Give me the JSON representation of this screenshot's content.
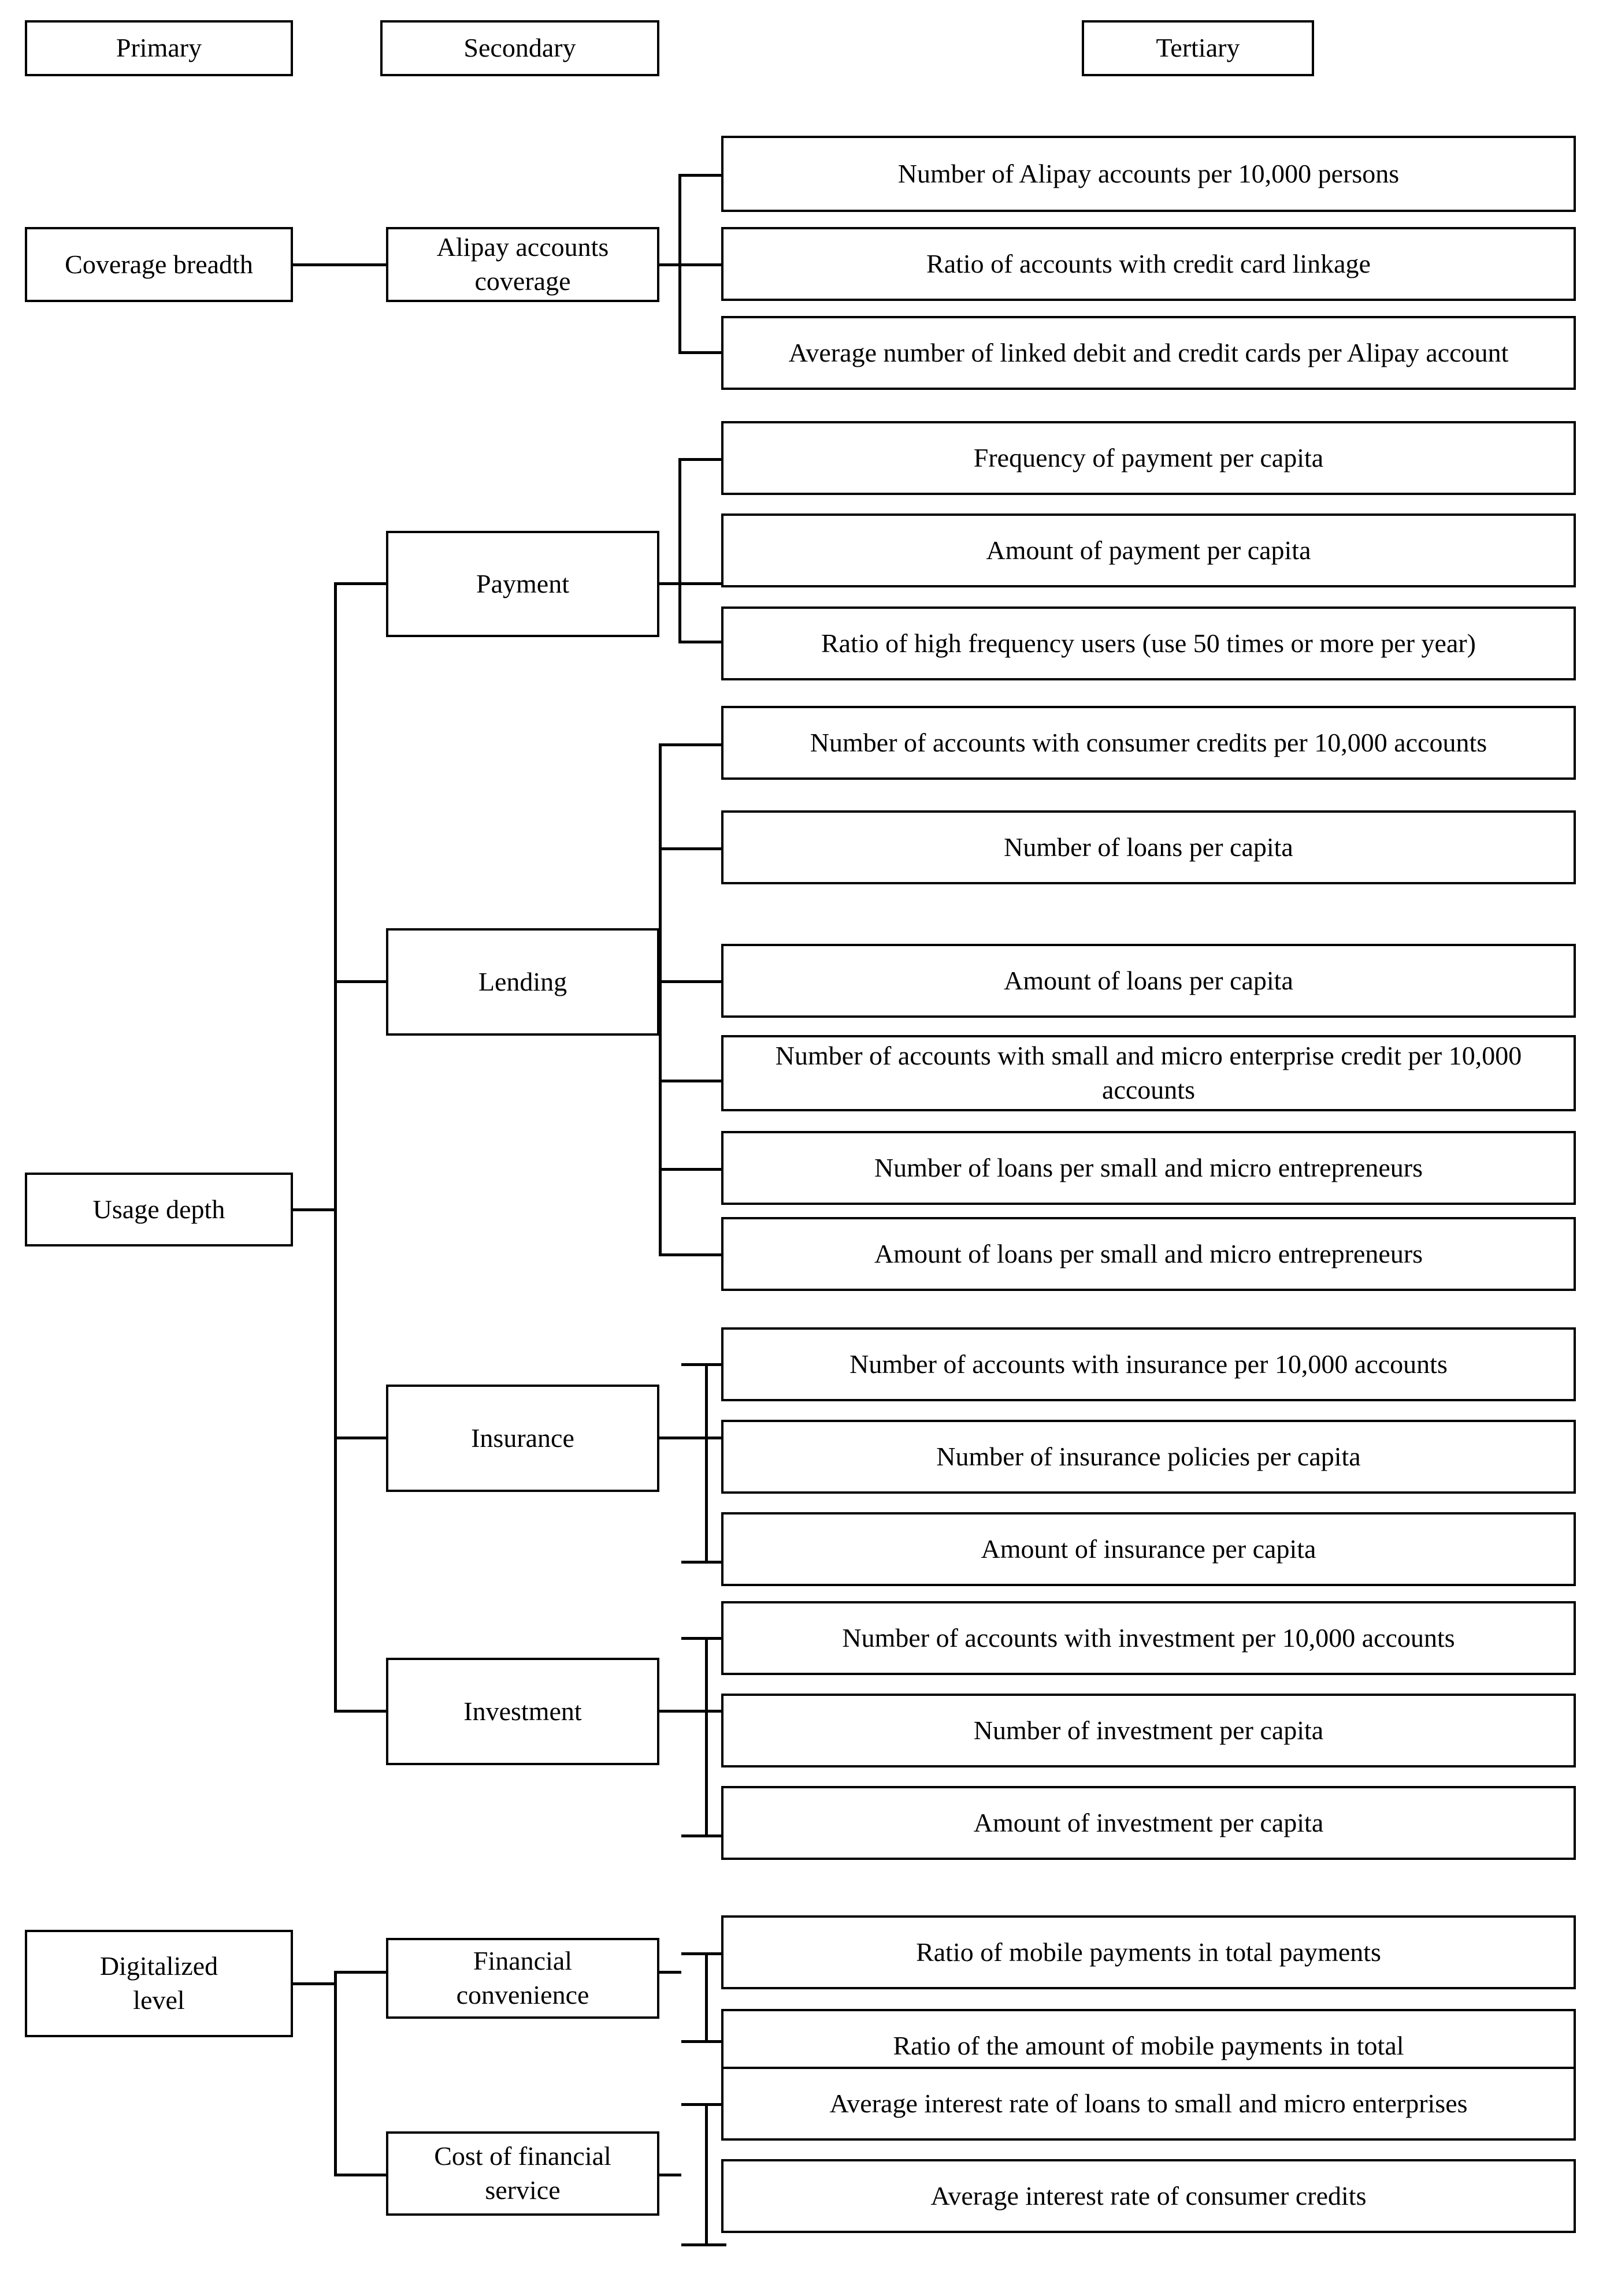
{
  "headers": [
    {
      "label": "Primary"
    },
    {
      "label": "Secondary"
    },
    {
      "label": "Tertiary"
    }
  ],
  "primary": [
    {
      "id": "coverage-breadth",
      "label": "Coverage breadth"
    },
    {
      "id": "usage-depth",
      "label": "Usage depth"
    },
    {
      "id": "digitalized-level",
      "label": "Digitalized\nlevel"
    }
  ],
  "secondary": [
    {
      "id": "alipay-accounts-coverage",
      "label": "Alipay accounts\ncoverage",
      "parent": "coverage-breadth"
    },
    {
      "id": "payment",
      "label": "Payment",
      "parent": "usage-depth"
    },
    {
      "id": "lending",
      "label": "Lending",
      "parent": "usage-depth"
    },
    {
      "id": "insurance",
      "label": "Insurance",
      "parent": "usage-depth"
    },
    {
      "id": "investment",
      "label": "Investment",
      "parent": "usage-depth"
    },
    {
      "id": "financial-convenience",
      "label": "Financial\nconvenience",
      "parent": "digitalized-level"
    },
    {
      "id": "cost-of-financial-service",
      "label": "Cost of financial\nservice",
      "parent": "digitalized-level"
    }
  ],
  "tertiary": [
    {
      "id": "t1",
      "parent": "alipay-accounts-coverage",
      "label": "Number of Alipay accounts per 10,000 persons"
    },
    {
      "id": "t2",
      "parent": "alipay-accounts-coverage",
      "label": "Ratio of accounts with credit card linkage"
    },
    {
      "id": "t3",
      "parent": "alipay-accounts-coverage",
      "label": "Average number of linked debit and credit cards per Alipay account"
    },
    {
      "id": "t4",
      "parent": "payment",
      "label": "Frequency of payment per capita"
    },
    {
      "id": "t5",
      "parent": "payment",
      "label": "Amount of payment per capita"
    },
    {
      "id": "t6",
      "parent": "payment",
      "label": "Ratio of high frequency users (use 50 times or more per year)"
    },
    {
      "id": "t7",
      "parent": "lending",
      "label": "Number of accounts with consumer credits per 10,000 accounts"
    },
    {
      "id": "t8",
      "parent": "lending",
      "label": "Number of loans per capita"
    },
    {
      "id": "t9",
      "parent": "lending",
      "label": "Amount of loans per capita"
    },
    {
      "id": "t10",
      "parent": "lending",
      "label": "Number of accounts with small and micro enterprise credit per 10,000 accounts"
    },
    {
      "id": "t11",
      "parent": "lending",
      "label": "Number of loans per small and micro entrepreneurs"
    },
    {
      "id": "t12",
      "parent": "lending",
      "label": "Amount of loans per small and micro entrepreneurs"
    },
    {
      "id": "t13",
      "parent": "insurance",
      "label": "Number of accounts with insurance per 10,000 accounts"
    },
    {
      "id": "t14",
      "parent": "insurance",
      "label": "Number of insurance policies per capita"
    },
    {
      "id": "t15",
      "parent": "insurance",
      "label": "Amount of insurance per capita"
    },
    {
      "id": "t16",
      "parent": "investment",
      "label": "Number of accounts with investment per 10,000 accounts"
    },
    {
      "id": "t17",
      "parent": "investment",
      "label": "Number of investment per capita"
    },
    {
      "id": "t18",
      "parent": "investment",
      "label": "Amount of investment per capita"
    },
    {
      "id": "t19",
      "parent": "financial-convenience",
      "label": "Ratio of mobile payments in total payments"
    },
    {
      "id": "t20",
      "parent": "financial-convenience",
      "label": "Ratio of the amount of mobile payments in total"
    },
    {
      "id": "t21",
      "parent": "cost-of-financial-service",
      "label": "Average interest rate of loans to small and micro enterprises"
    },
    {
      "id": "t22",
      "parent": "cost-of-financial-service",
      "label": "Average interest rate of consumer credits"
    }
  ],
  "colors": {
    "stroke": "#000000",
    "background": "#ffffff",
    "text": "#000000"
  }
}
